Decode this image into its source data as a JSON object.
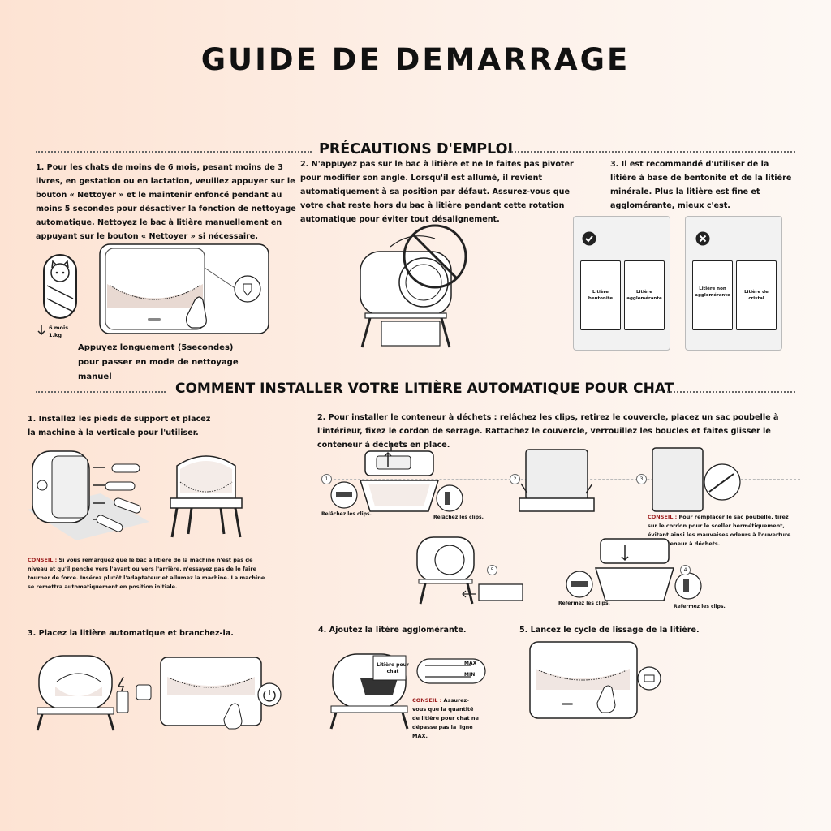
{
  "title": "GUIDE DE DEMARRAGE",
  "precautions": {
    "heading": "PRÉCAUTIONS D'EMPLOI",
    "p1": "1. Pour les chats de moins de 6 mois, pesant moins de 3 livres, en gestation ou en lactation, veuillez appuyer sur le bouton « Nettoyer » et le maintenir enfoncé pendant au moins 5 secondes pour désactiver la fonction de nettoyage automatique. Nettoyez le bac à litière manuellement en appuyant sur le bouton « Nettoyer » si nécessaire.",
    "age_label": "6 mois",
    "weight_label": "1.kg",
    "press_caption": "Appuyez longuement (5secondes) pour passer en mode de nettoyage manuel",
    "p2": "2. N'appuyez pas sur le bac à litière et ne le faites pas pivoter pour modifier son angle. Lorsqu'il est allumé, il revient automatiquement à sa position par défaut. Assurez-vous que votre chat reste hors du bac à litière pendant cette rotation automatique pour éviter tout désalignement.",
    "p3": "3. Il est recommandé d'utiliser de la litière à base de bentonite et de la litière minérale. Plus la litière est fine et agglomérante, mieux c'est.",
    "bags_ok": [
      "Litière bentonite",
      "Litière agglomérante"
    ],
    "bags_no": [
      "Litière non agglomérante",
      "Litière de cristal"
    ]
  },
  "install": {
    "heading": "COMMENT INSTALLER VOTRE LITIÈRE AUTOMATIQUE POUR CHAT",
    "s1": "1. Installez les pieds de support et placez la machine à la verticale pour l'utiliser.",
    "s1_tip_label": "CONSEIL :",
    "s1_tip": " Si vous remarquez que le bac à litière de la machine n'est pas de niveau et qu'il penche vers l'avant ou vers l'arrière, n'essayez pas de le faire tourner de force. Insérez plutôt l'adaptateur et allumez la machine. La machine se remettra automatiquement en position initiale.",
    "s2": "2. Pour installer le conteneur à déchets : relâchez les clips, retirez le couvercle, placez un sac poubelle à l'intérieur, fixez le cordon de serrage. Rattachez le couvercle, verrouillez les boucles et faites glisser le conteneur à déchets en place.",
    "release_clips_1": "Relâchez les clips.",
    "release_clips_2": "Relâchez les clips.",
    "s2_tip_label": "CONSEIL :",
    "s2_tip": " Pour remplacer le sac poubelle, tirez sur le cordon pour le sceller hermétiquement, évitant ainsi les mauvaises odeurs à l'ouverture du conteneur à déchets.",
    "close_clips_1": "Refermez les clips.",
    "close_clips_2": "Refermez les clips.",
    "step_numbers": [
      "1",
      "2",
      "3",
      "4",
      "5"
    ],
    "s3": "3. Placez la litière automatique et branchez-la.",
    "s4": "4. Ajoutez la litère agglomérante.",
    "box_label": "Litière pour chat",
    "max_label": "MAX",
    "min_label": "MIN",
    "s4_tip_label": "CONSEIL :",
    "s4_tip": " Assurez-vous que la quantité de litière pour chat ne dépasse pas la ligne MAX.",
    "s5": "5. Lancez le cycle de lissage de la litière."
  }
}
